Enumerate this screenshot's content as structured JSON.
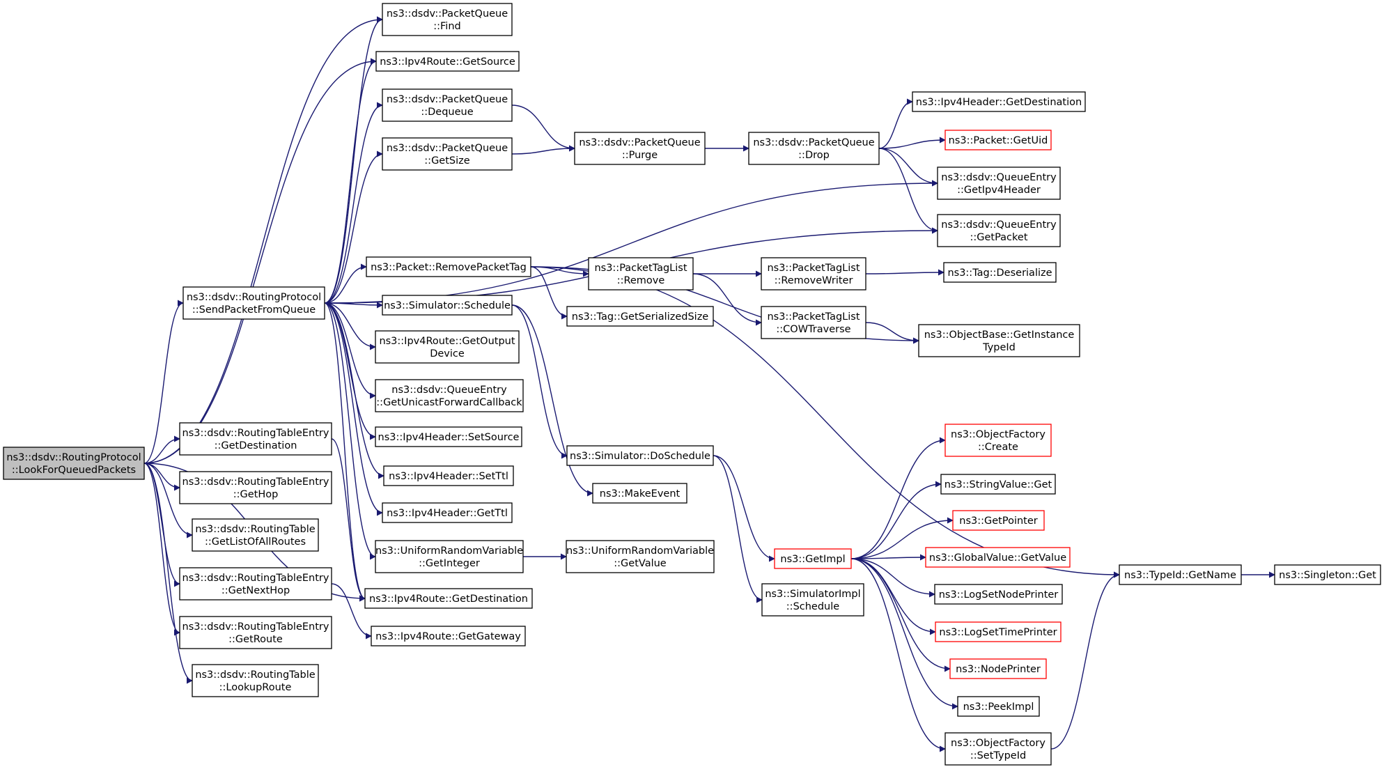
{
  "nodes": [
    {
      "id": "n0",
      "lines": [
        "ns3::dsdv::RoutingProtocol",
        "::LookForQueuedPackets"
      ],
      "kind": "root"
    },
    {
      "id": "n1",
      "lines": [
        "ns3::dsdv::PacketQueue",
        "::Find"
      ]
    },
    {
      "id": "n2",
      "lines": [
        "ns3::Ipv4Route::GetSource"
      ]
    },
    {
      "id": "n3",
      "lines": [
        "ns3::dsdv::RoutingProtocol",
        "::SendPacketFromQueue"
      ]
    },
    {
      "id": "n4",
      "lines": [
        "ns3::dsdv::RoutingTableEntry",
        "::GetDestination"
      ]
    },
    {
      "id": "n5",
      "lines": [
        "ns3::dsdv::RoutingTableEntry",
        "::GetHop"
      ]
    },
    {
      "id": "n6",
      "lines": [
        "ns3::dsdv::RoutingTable",
        "::GetListOfAllRoutes"
      ]
    },
    {
      "id": "n7",
      "lines": [
        "ns3::dsdv::RoutingTableEntry",
        "::GetNextHop"
      ]
    },
    {
      "id": "n8",
      "lines": [
        "ns3::dsdv::RoutingTableEntry",
        "::GetRoute"
      ]
    },
    {
      "id": "n9",
      "lines": [
        "ns3::dsdv::RoutingTable",
        "::LookupRoute"
      ]
    },
    {
      "id": "n10",
      "lines": [
        "ns3::dsdv::PacketQueue",
        "::Dequeue"
      ]
    },
    {
      "id": "n11",
      "lines": [
        "ns3::dsdv::PacketQueue",
        "::GetSize"
      ]
    },
    {
      "id": "n12",
      "lines": [
        "ns3::Packet::RemovePacketTag"
      ]
    },
    {
      "id": "n13",
      "lines": [
        "ns3::Simulator::Schedule"
      ]
    },
    {
      "id": "n14",
      "lines": [
        "ns3::Ipv4Route::GetOutput",
        "Device"
      ]
    },
    {
      "id": "n15",
      "lines": [
        "ns3::dsdv::QueueEntry",
        "::GetUnicastForwardCallback"
      ]
    },
    {
      "id": "n16",
      "lines": [
        "ns3::Ipv4Header::SetSource"
      ]
    },
    {
      "id": "n17",
      "lines": [
        "ns3::Ipv4Header::SetTtl"
      ]
    },
    {
      "id": "n18",
      "lines": [
        "ns3::Ipv4Header::GetTtl"
      ]
    },
    {
      "id": "n19",
      "lines": [
        "ns3::UniformRandomVariable",
        "::GetInteger"
      ]
    },
    {
      "id": "n20",
      "lines": [
        "ns3::Ipv4Route::GetDestination"
      ]
    },
    {
      "id": "n21",
      "lines": [
        "ns3::Ipv4Route::GetGateway"
      ]
    },
    {
      "id": "n22",
      "lines": [
        "ns3::dsdv::PacketQueue",
        "::Purge"
      ]
    },
    {
      "id": "n23",
      "lines": [
        "ns3::dsdv::PacketQueue",
        "::Drop"
      ]
    },
    {
      "id": "n24",
      "lines": [
        "ns3::Ipv4Header::GetDestination"
      ]
    },
    {
      "id": "n25",
      "lines": [
        "ns3::Packet::GetUid"
      ],
      "kind": "trunc"
    },
    {
      "id": "n26",
      "lines": [
        "ns3::dsdv::QueueEntry",
        "::GetIpv4Header"
      ]
    },
    {
      "id": "n27",
      "lines": [
        "ns3::dsdv::QueueEntry",
        "::GetPacket"
      ]
    },
    {
      "id": "n28",
      "lines": [
        "ns3::PacketTagList",
        "::Remove"
      ]
    },
    {
      "id": "n29",
      "lines": [
        "ns3::Tag::GetSerializedSize"
      ]
    },
    {
      "id": "n30",
      "lines": [
        "ns3::PacketTagList",
        "::RemoveWriter"
      ]
    },
    {
      "id": "n31",
      "lines": [
        "ns3::PacketTagList",
        "::COWTraverse"
      ]
    },
    {
      "id": "n32",
      "lines": [
        "ns3::Tag::Deserialize"
      ]
    },
    {
      "id": "n33",
      "lines": [
        "ns3::ObjectBase::GetInstance",
        "TypeId"
      ]
    },
    {
      "id": "n34",
      "lines": [
        "ns3::Simulator::DoSchedule"
      ]
    },
    {
      "id": "n35",
      "lines": [
        "ns3::MakeEvent"
      ]
    },
    {
      "id": "n36",
      "lines": [
        "ns3::UniformRandomVariable",
        "::GetValue"
      ]
    },
    {
      "id": "n37",
      "lines": [
        "ns3::GetImpl"
      ],
      "kind": "trunc"
    },
    {
      "id": "n38",
      "lines": [
        "ns3::SimulatorImpl",
        "::Schedule"
      ]
    },
    {
      "id": "n39",
      "lines": [
        "ns3::ObjectFactory",
        "::Create"
      ],
      "kind": "trunc"
    },
    {
      "id": "n40",
      "lines": [
        "ns3::StringValue::Get"
      ]
    },
    {
      "id": "n41",
      "lines": [
        "ns3::GetPointer"
      ],
      "kind": "trunc"
    },
    {
      "id": "n42",
      "lines": [
        "ns3::GlobalValue::GetValue"
      ],
      "kind": "trunc"
    },
    {
      "id": "n43",
      "lines": [
        "ns3::LogSetNodePrinter"
      ]
    },
    {
      "id": "n44",
      "lines": [
        "ns3::LogSetTimePrinter"
      ],
      "kind": "trunc"
    },
    {
      "id": "n45",
      "lines": [
        "ns3::NodePrinter"
      ],
      "kind": "trunc"
    },
    {
      "id": "n46",
      "lines": [
        "ns3::PeekImpl"
      ]
    },
    {
      "id": "n47",
      "lines": [
        "ns3::ObjectFactory",
        "::SetTypeId"
      ]
    },
    {
      "id": "n48",
      "lines": [
        "ns3::TypeId::GetName"
      ]
    },
    {
      "id": "n49",
      "lines": [
        "ns3::Singleton::Get"
      ]
    }
  ],
  "edges": [
    [
      "n0",
      "n1"
    ],
    [
      "n0",
      "n2"
    ],
    [
      "n0",
      "n3"
    ],
    [
      "n0",
      "n4"
    ],
    [
      "n0",
      "n5"
    ],
    [
      "n0",
      "n6"
    ],
    [
      "n0",
      "n7"
    ],
    [
      "n0",
      "n8"
    ],
    [
      "n0",
      "n9"
    ],
    [
      "n0",
      "n20"
    ],
    [
      "n3",
      "n1"
    ],
    [
      "n3",
      "n2"
    ],
    [
      "n3",
      "n10"
    ],
    [
      "n3",
      "n11"
    ],
    [
      "n3",
      "n26"
    ],
    [
      "n3",
      "n27"
    ],
    [
      "n3",
      "n12"
    ],
    [
      "n3",
      "n13"
    ],
    [
      "n3",
      "n14"
    ],
    [
      "n3",
      "n15"
    ],
    [
      "n3",
      "n16"
    ],
    [
      "n3",
      "n17"
    ],
    [
      "n3",
      "n18"
    ],
    [
      "n3",
      "n19"
    ],
    [
      "n3",
      "n20"
    ],
    [
      "n4",
      "n20"
    ],
    [
      "n7",
      "n21"
    ],
    [
      "n10",
      "n22"
    ],
    [
      "n11",
      "n22"
    ],
    [
      "n22",
      "n23"
    ],
    [
      "n23",
      "n24"
    ],
    [
      "n23",
      "n25"
    ],
    [
      "n23",
      "n26"
    ],
    [
      "n23",
      "n27"
    ],
    [
      "n12",
      "n28"
    ],
    [
      "n12",
      "n29"
    ],
    [
      "n12",
      "n33"
    ],
    [
      "n12",
      "n48"
    ],
    [
      "n28",
      "n30"
    ],
    [
      "n28",
      "n31"
    ],
    [
      "n30",
      "n32"
    ],
    [
      "n31",
      "n33"
    ],
    [
      "n13",
      "n34"
    ],
    [
      "n13",
      "n35"
    ],
    [
      "n34",
      "n37"
    ],
    [
      "n34",
      "n38"
    ],
    [
      "n19",
      "n36"
    ],
    [
      "n37",
      "n39"
    ],
    [
      "n37",
      "n40"
    ],
    [
      "n37",
      "n41"
    ],
    [
      "n37",
      "n42"
    ],
    [
      "n37",
      "n43"
    ],
    [
      "n37",
      "n44"
    ],
    [
      "n37",
      "n45"
    ],
    [
      "n37",
      "n46"
    ],
    [
      "n37",
      "n47"
    ],
    [
      "n47",
      "n48"
    ],
    [
      "n48",
      "n49"
    ]
  ]
}
